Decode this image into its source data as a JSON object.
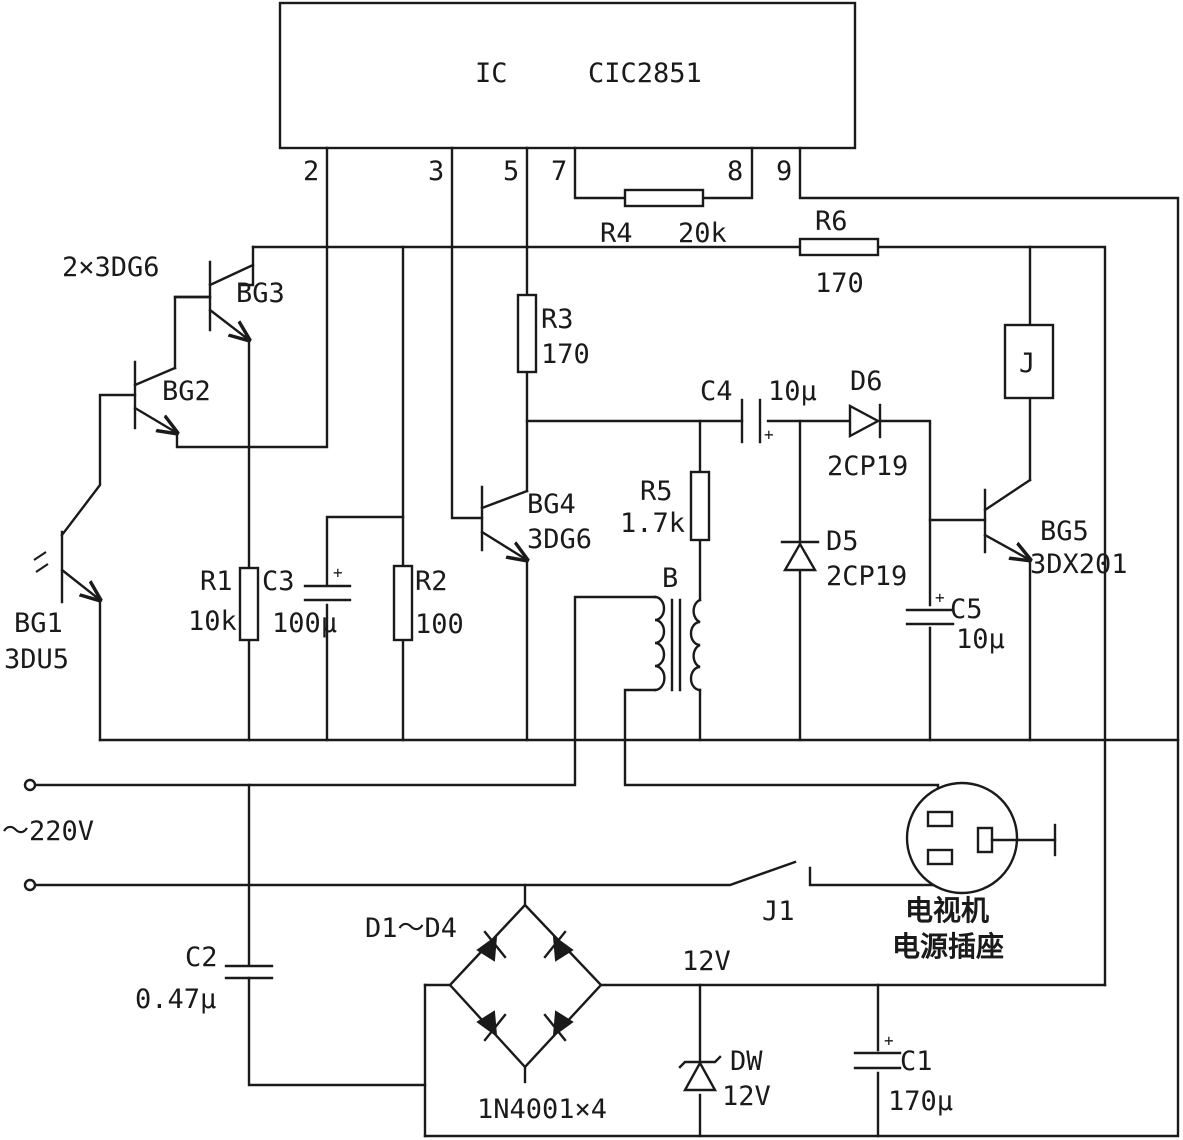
{
  "ic": {
    "label": "IC",
    "part": "CIC2851",
    "pins": [
      "2",
      "3",
      "5",
      "7",
      "8",
      "9"
    ]
  },
  "transistors": {
    "pair_note": "2×3DG6",
    "bg1": {
      "name": "BG1",
      "part": "3DU5"
    },
    "bg2": {
      "name": "BG2"
    },
    "bg3": {
      "name": "BG3"
    },
    "bg4": {
      "name": "BG4",
      "part": "3DG6"
    },
    "bg5": {
      "name": "BG5",
      "part": "3DX201"
    }
  },
  "resistors": {
    "r1": {
      "name": "R1",
      "value": "10k"
    },
    "r2": {
      "name": "R2",
      "value": "100"
    },
    "r3": {
      "name": "R3",
      "value": "170"
    },
    "r4": {
      "name": "R4",
      "value": "20k"
    },
    "r5": {
      "name": "R5",
      "value": "1.7k"
    },
    "r6": {
      "name": "R6",
      "value": "170"
    }
  },
  "capacitors": {
    "c1": {
      "name": "C1",
      "value": "170μ"
    },
    "c2": {
      "name": "C2",
      "value": "0.47μ"
    },
    "c3": {
      "name": "C3",
      "value": "100μ"
    },
    "c4": {
      "name": "C4",
      "value": "10μ"
    },
    "c5": {
      "name": "C5",
      "value": "10μ"
    }
  },
  "diodes": {
    "d5": {
      "name": "D5",
      "part": "2CP19"
    },
    "d6": {
      "name": "D6",
      "part": "2CP19"
    },
    "bridge": {
      "name": "D1～D4",
      "part": "1N4001×4"
    },
    "dw": {
      "name": "DW",
      "value": "12V"
    }
  },
  "transformer": {
    "name": "B"
  },
  "relay": {
    "coil": "J",
    "contact": "J1"
  },
  "supply": {
    "mains": "～220V",
    "rail": "12V"
  },
  "socket": {
    "line1": "电视机",
    "line2": "电源插座"
  }
}
